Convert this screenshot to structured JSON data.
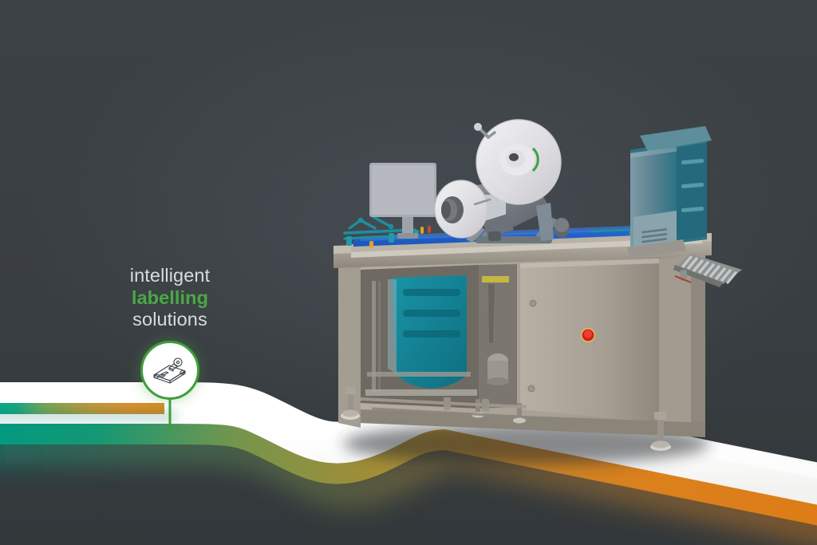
{
  "meta": {
    "background_color": "#3b4044",
    "scene_description": "3D product render of an industrial labelling machine standing on a white ribbon path"
  },
  "callout": {
    "tagline_line1": "intelligent",
    "tagline_line2": "labelling",
    "tagline_line3": "solutions",
    "tagline_color": "#d8dcde",
    "highlight_color": "#4aa945",
    "badge_icon": "conveyor-labeller-icon",
    "badge_ring_color": "#3f9e3b",
    "badge_fill_color": "#ffffff",
    "pin_color": "#3f9e3b"
  },
  "ribbon": {
    "surface_color": "#ffffff",
    "edge_color_start": "#00a890",
    "edge_color_mid": "#9aa83c",
    "edge_color_end": "#f08a1e",
    "shape": "s-curve-swoosh"
  },
  "machine": {
    "name": "automatic-labelling-machine",
    "frame_color": "#9a9287",
    "cabinet_color": "#b0a99e",
    "conveyor_belt_color": "#1f5fc4",
    "accent_color": "#177f95",
    "emergency_stop_color": "#e01b16",
    "parts": [
      {
        "id": "hmi-touchscreen",
        "label": "HMI touchscreen panel",
        "color": "#a8acb2"
      },
      {
        "id": "label-reel-main",
        "label": "Main label reel",
        "color": "#e9e9ec"
      },
      {
        "id": "label-rewind-reel",
        "label": "Rewind reel",
        "color": "#e3e3e6"
      },
      {
        "id": "labelling-head",
        "label": "Labelling head / applicator",
        "color": "#6e7378"
      },
      {
        "id": "conveyor-belt",
        "label": "Conveyor belt",
        "color": "#1f5fc4"
      },
      {
        "id": "guide-rails",
        "label": "Product guide rails",
        "color": "#1d8fa2"
      },
      {
        "id": "printer-module",
        "label": "Print module",
        "color": "#2d7f91"
      },
      {
        "id": "outfeed-roller-table",
        "label": "Outfeed roller table",
        "color": "#b9bdc1"
      },
      {
        "id": "control-cabinet-door",
        "label": "Control cabinet door",
        "color": "#b0a99e"
      },
      {
        "id": "emergency-stop-button",
        "label": "Emergency stop button",
        "color": "#e01b16"
      },
      {
        "id": "teal-inner-panel",
        "label": "Inner teal panel",
        "color": "#12808f"
      },
      {
        "id": "adjustable-foot-left",
        "label": "Adjustable machine foot (left)",
        "color": "#c9c6bf"
      },
      {
        "id": "adjustable-foot-right",
        "label": "Adjustable machine foot (right)",
        "color": "#c9c6bf"
      }
    ]
  }
}
